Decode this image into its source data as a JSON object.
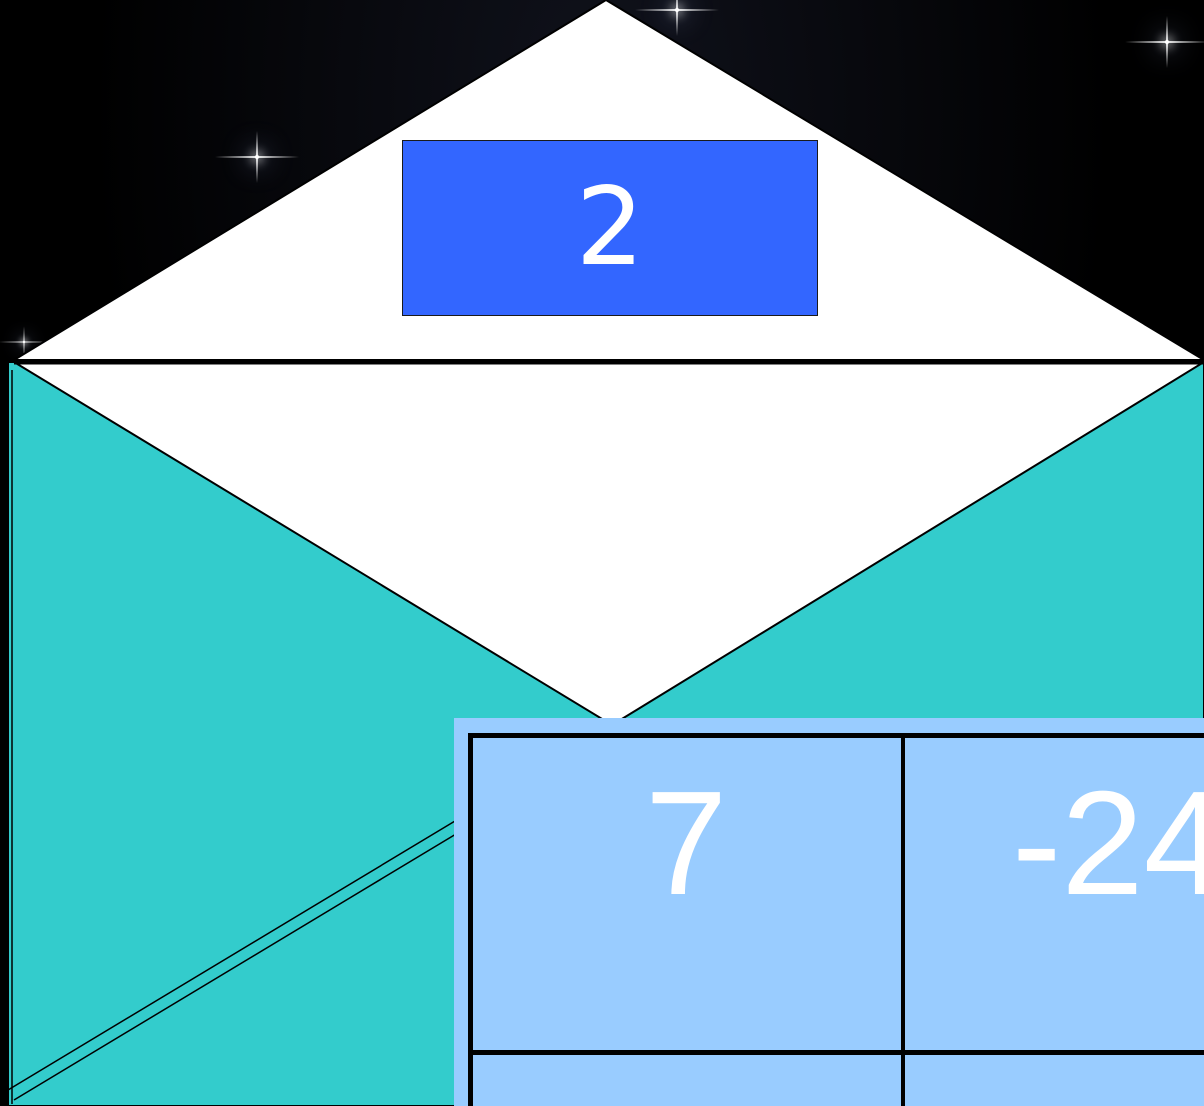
{
  "envelope": {
    "card_value": "2",
    "colors": {
      "background": "#000000",
      "flap": "#ffffff",
      "body": "#33cccc",
      "card": "#3366ff",
      "grid": "#99ccff"
    }
  },
  "grid": {
    "cells": [
      {
        "text": "7"
      },
      {
        "text": "-24"
      },
      {
        "text": ""
      },
      {
        "text": ""
      }
    ]
  }
}
